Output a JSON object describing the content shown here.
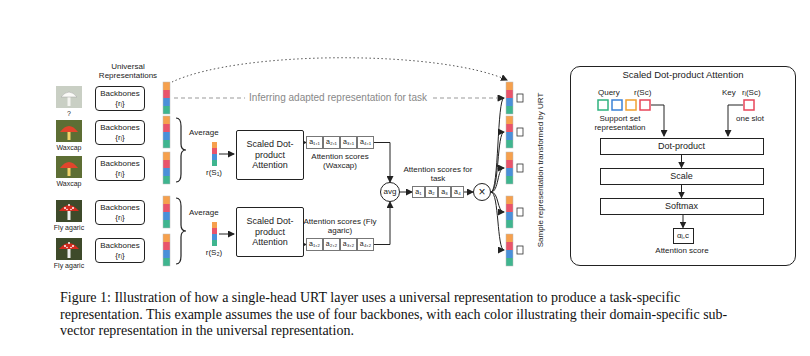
{
  "diagram": {
    "caption": "Figure 1: Illustration of how a single-head URT layer uses a universal representation to produce a task-specific representation. This example assumes the use of four backbones, with each color illustrating their domain-specific sub-vector representation in the universal representation.",
    "nodes": [
      {
        "text": [
          "Backbones",
          "{rᵢ}"
        ]
      },
      {
        "text": [
          "Backbones",
          "{rᵢ}"
        ]
      },
      {
        "text": [
          "Backbones",
          "{rᵢ}"
        ]
      },
      {
        "text": [
          "Backbones",
          "{rᵢ}"
        ]
      },
      {
        "text": [
          "Backbones",
          "{rᵢ}"
        ]
      },
      {
        "text": [
          "Scaled Dot-product Attention"
        ]
      },
      {
        "text": [
          "Scaled Dot-product Attention"
        ]
      },
      {
        "text": [
          "Attention scores (Waxcap)"
        ]
      },
      {
        "text": [
          "a₁,₁"
        ],
        "in": 7
      },
      {
        "text": [
          "a₂,₁"
        ],
        "in": 7
      },
      {
        "text": [
          "a₃,₁"
        ],
        "in": 7
      },
      {
        "text": [
          "a₄,₁"
        ],
        "in": 7
      },
      {
        "text": [
          "Attention scores (Fly agaric)"
        ]
      },
      {
        "text": [
          "a₁,₂"
        ],
        "in": 12
      },
      {
        "text": [
          "a₂,₂"
        ],
        "in": 12
      },
      {
        "text": [
          "a₃,₂"
        ],
        "in": 12
      },
      {
        "text": [
          "a₄,₂"
        ],
        "in": 12
      },
      {
        "text": [
          "avg"
        ]
      },
      {
        "text": [
          "Attention scores for task"
        ]
      },
      {
        "text": [
          "a₁"
        ],
        "in": 18
      },
      {
        "text": [
          "a₂"
        ],
        "in": 18
      },
      {
        "text": [
          "a₃"
        ],
        "in": 18
      },
      {
        "text": [
          "a₄"
        ],
        "in": 18
      },
      {
        "text": [
          "×"
        ]
      },
      {
        "text": [
          "Scaled Dot-product Attention"
        ]
      },
      {
        "text": [
          "Dot-product"
        ],
        "in": 24
      },
      {
        "text": [
          "Scale"
        ],
        "in": 24
      },
      {
        "text": [
          "Softmax"
        ],
        "in": 24
      },
      {
        "text": [
          "αᵢ,c"
        ],
        "in": 24
      }
    ],
    "edges": [
      {
        "from": 5,
        "to": 7,
        "arrow": "to"
      },
      {
        "from": 6,
        "to": 12,
        "arrow": "to"
      },
      {
        "from": 7,
        "to": 17,
        "arrow": "to"
      },
      {
        "from": 12,
        "to": 17,
        "arrow": "to"
      },
      {
        "from": 17,
        "to": 18,
        "arrow": "to"
      },
      {
        "from": 18,
        "to": 23,
        "arrow": "to"
      },
      {
        "from": 25,
        "to": 26,
        "arrow": "to"
      },
      {
        "from": 26,
        "to": 27,
        "arrow": "to"
      },
      {
        "from": 27,
        "to": 28,
        "arrow": "to"
      }
    ],
    "labels": [
      "Universal Representations",
      "?",
      "Waxcap",
      "Waxcap",
      "Fly agaric",
      "Fly agaric",
      "Inferring adapted representation for task",
      "Average",
      "r(S₁)",
      "Average",
      "r(S₂)",
      "Sample representation transformed by URT",
      "Query",
      "r(Sc)",
      "Key",
      "rᵢ(Sc)",
      "Support set representation",
      "one slot",
      "Attention score"
    ]
  }
}
